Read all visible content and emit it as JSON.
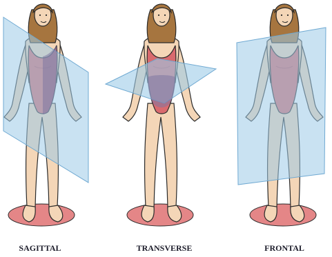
{
  "panels": [
    {
      "id": "sagittal",
      "label": "SAGITTAL"
    },
    {
      "id": "transverse",
      "label": "TRANSVERSE"
    },
    {
      "id": "frontal",
      "label": "FRONTAL"
    }
  ],
  "colors": {
    "skin": "#f4d6b7",
    "skin_shadow": "#e8bf98",
    "hair": "#a6753f",
    "swimsuit": "#d96a6e",
    "swimsuit_dark": "#b8525a",
    "plane": "#9ccbe8",
    "plane_edge": "#6fa9d2",
    "floor": "#e48687",
    "outline": "#2a2a2a",
    "overlap": "#7d77a3"
  }
}
